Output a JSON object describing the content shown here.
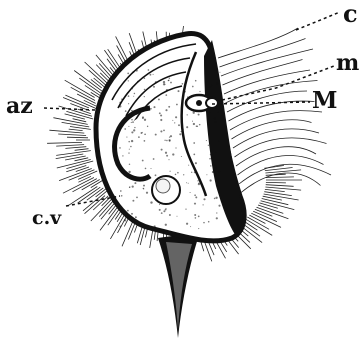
{
  "labels": {
    "c": "c",
    "m": "m",
    "M": "M",
    "az": "az",
    "cv": "c.v"
  },
  "colors": {
    "ink": "#111111",
    "paper": "#ffffff"
  }
}
